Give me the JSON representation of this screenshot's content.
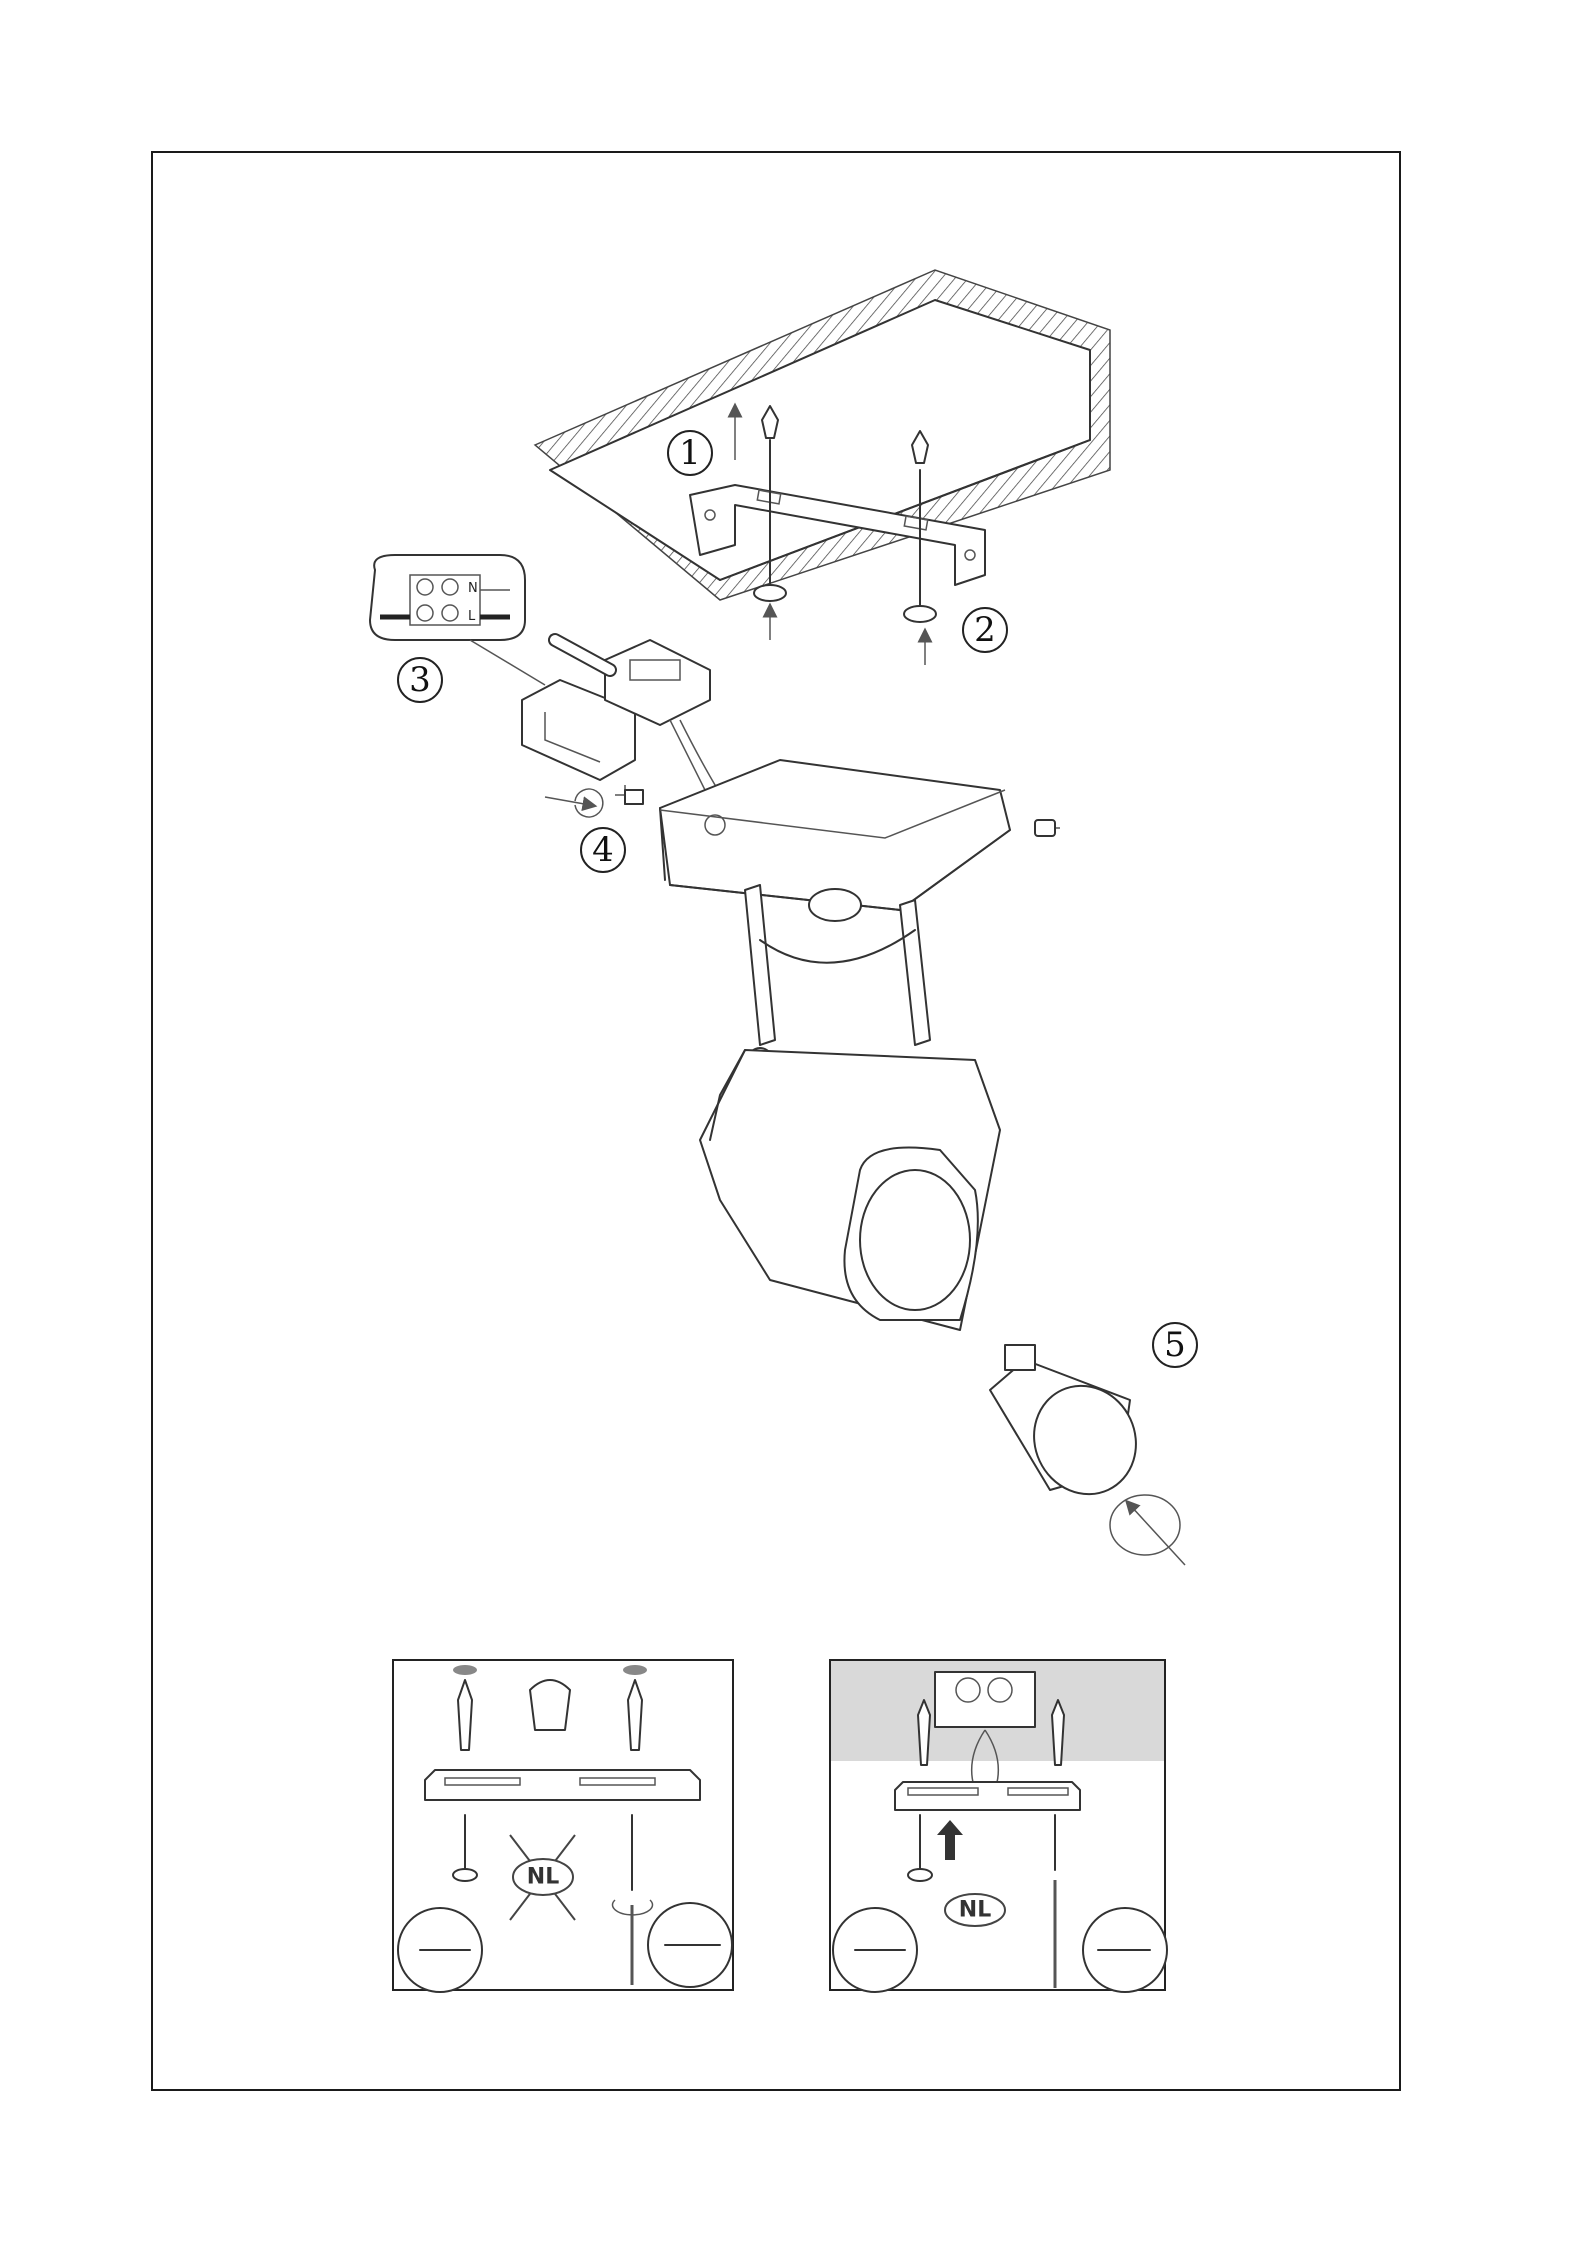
{
  "steps": [
    {
      "id": "1",
      "label": "1"
    },
    {
      "id": "2",
      "label": "2"
    },
    {
      "id": "3",
      "label": "3"
    },
    {
      "id": "4",
      "label": "4"
    },
    {
      "id": "5",
      "label": "5"
    }
  ],
  "terminal": {
    "neutral": "N",
    "live": "L"
  },
  "panels": {
    "left": {
      "badge": "NL",
      "crossed": true
    },
    "right": {
      "badge": "NL",
      "crossed": false
    }
  },
  "icons": [
    "arrow-up-icon",
    "rotate-icon",
    "screw-icon",
    "wall-plug-icon",
    "screwdriver-icon"
  ],
  "colors": {
    "line": "#333333",
    "ceiling": "#d9d9d9"
  }
}
